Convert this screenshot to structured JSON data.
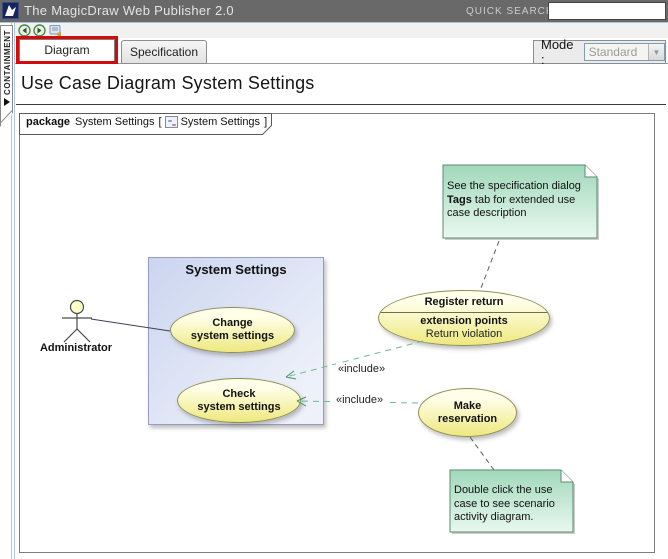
{
  "titlebar": {
    "title": "The MagicDraw Web Publisher 2.0",
    "quick_search_label": "QUICK SEARCH:",
    "search_value": ""
  },
  "sidebar": {
    "containment_label": "CONTAINMENT"
  },
  "tabs": {
    "diagram": "Diagram",
    "specification": "Specification"
  },
  "mode": {
    "label": "Mode :",
    "value": "Standard"
  },
  "page": {
    "title": "Use Case Diagram System Settings"
  },
  "frame": {
    "keyword": "package",
    "package_name": "System Settings",
    "bracket_open": "[",
    "diagram_name": "System Settings",
    "bracket_close": "]"
  },
  "diagram": {
    "actor": {
      "label": "Administrator"
    },
    "boundary": {
      "title": "System Settings"
    },
    "usecases": {
      "change": {
        "line1": "Change",
        "line2": "system settings"
      },
      "check": {
        "line1": "Check",
        "line2": "system settings"
      },
      "register": {
        "title": "Register return",
        "section": "extension points",
        "point": "Return violation"
      },
      "make": {
        "line1": "Make",
        "line2": "reservation"
      }
    },
    "labels": {
      "include1": "«include»",
      "include2": "«include»"
    },
    "notes": {
      "top": {
        "line1": "See the specification dialog",
        "line2_bold": "Tags",
        "line2_rest": " tab for extended use",
        "line3": "case description"
      },
      "bottom": {
        "line1": "Double click the use",
        "line2": "case to see scenario",
        "line3": "activity diagram."
      }
    }
  },
  "colors": {
    "highlight_red": "#d40b0b",
    "usecase_yellow": "#eee87e",
    "note_green": "#a5dbbe",
    "boundary_blue": "#cbd5ef",
    "include_green": "#6fb893",
    "titlebar_gray": "#696969"
  }
}
